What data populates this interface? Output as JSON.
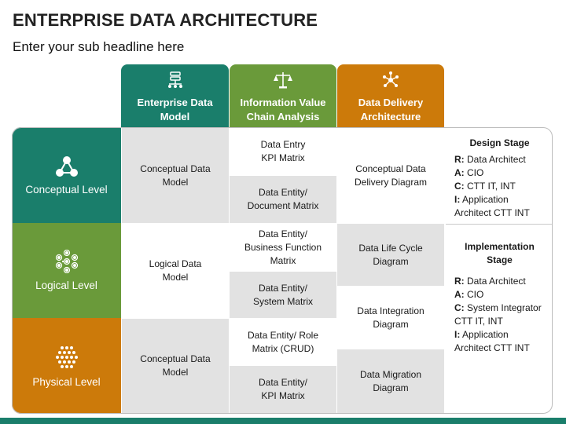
{
  "title": "ENTERPRISE DATA ARCHITECTURE",
  "subtitle": "Enter your sub headline here",
  "colors": {
    "teal": "#1a7e6b",
    "green": "#6a9a3a",
    "orange": "#cc7a0a",
    "gray": "#e2e2e2"
  },
  "columns": [
    {
      "label": "Enterprise Data\nModel",
      "icon": "server-network-icon"
    },
    {
      "label": "Information Value\nChain Analysis",
      "icon": "scales-icon"
    },
    {
      "label": "Data Delivery\nArchitecture",
      "icon": "hub-network-icon"
    }
  ],
  "rows": [
    {
      "label": "Conceptual Level",
      "icon": "triangle-nodes-icon"
    },
    {
      "label": "Logical Level",
      "icon": "hexagon-nodes-icon"
    },
    {
      "label": "Physical Level",
      "icon": "dense-nodes-icon"
    }
  ],
  "model_cells": [
    "Conceptual Data\nModel",
    "Logical Data\nModel",
    "Conceptual Data\nModel"
  ],
  "value_chain_cells": [
    "Data Entry\nKPI Matrix",
    "Data Entity/\nDocument Matrix",
    "Data Entity/\nBusiness Function\nMatrix",
    "Data Entity/\nSystem Matrix",
    "Data Entity/ Role\nMatrix (CRUD)",
    "Data Entity/\nKPI Matrix"
  ],
  "delivery_cells": [
    "Conceptual Data\nDelivery Diagram",
    "Data Life Cycle\nDiagram",
    "Data Integration\nDiagram",
    "Data Migration\nDiagram"
  ],
  "design_stage": {
    "title": "Design Stage",
    "r": "Data Architect",
    "a": "CIO",
    "c": "CTT IT, INT",
    "i": "Application Architect CTT INT"
  },
  "implementation_stage": {
    "title": "Implementation Stage",
    "r": "Data Architect",
    "a": "CIO",
    "c": "System Integrator CTT IT, INT",
    "i": "Application Architect CTT INT"
  },
  "raci_keys": {
    "r": "R:",
    "a": "A:",
    "c": "C:",
    "i": "I:"
  }
}
